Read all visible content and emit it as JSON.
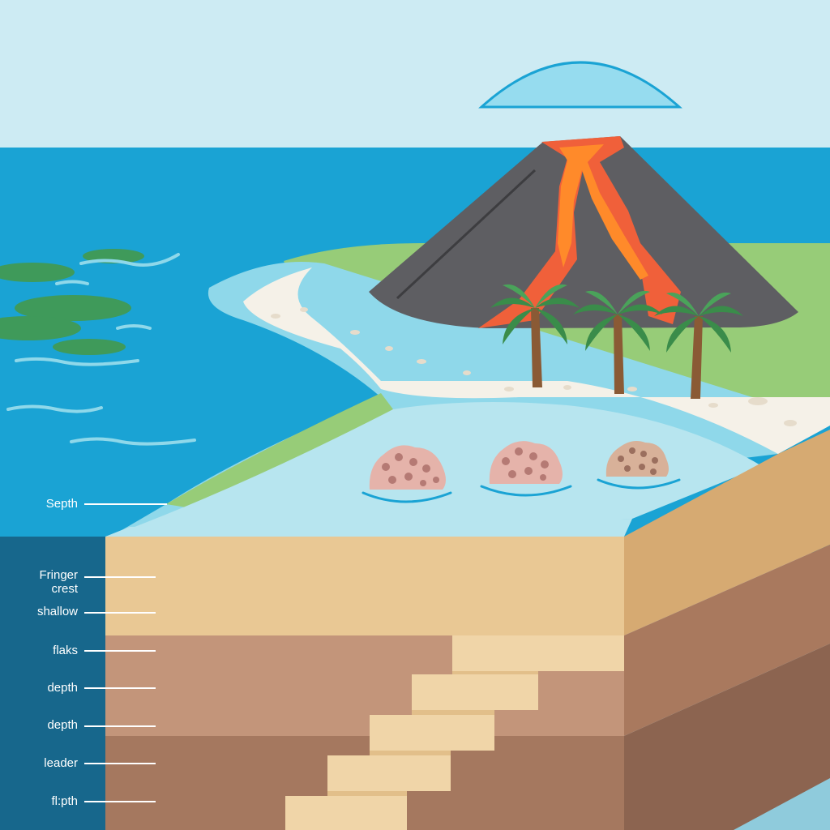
{
  "labels": {
    "septh": "Septh",
    "fringer_crest_1": "Fringer",
    "fringer_crest_2": "crest",
    "shallow": "shallow",
    "flaks": "flaks",
    "depth_1": "depth",
    "depth_2": "depth",
    "leader": "leader",
    "flpth": "fl:pth"
  },
  "colors": {
    "sky": "#cdebf3",
    "ocean": "#1aa3d4",
    "lagoon": "#8fd8ea",
    "beach": "#f5f1e8",
    "grass": "#97cc78",
    "volcano": "#5e5e62",
    "lava": "#f0603a",
    "lava_core": "#ff8a2a",
    "coral": "#e5b3aa",
    "soil_top": "#e9c894",
    "soil_mid": "#c3957a",
    "soil_low": "#a5785f",
    "depth_panel": "#17678c"
  }
}
